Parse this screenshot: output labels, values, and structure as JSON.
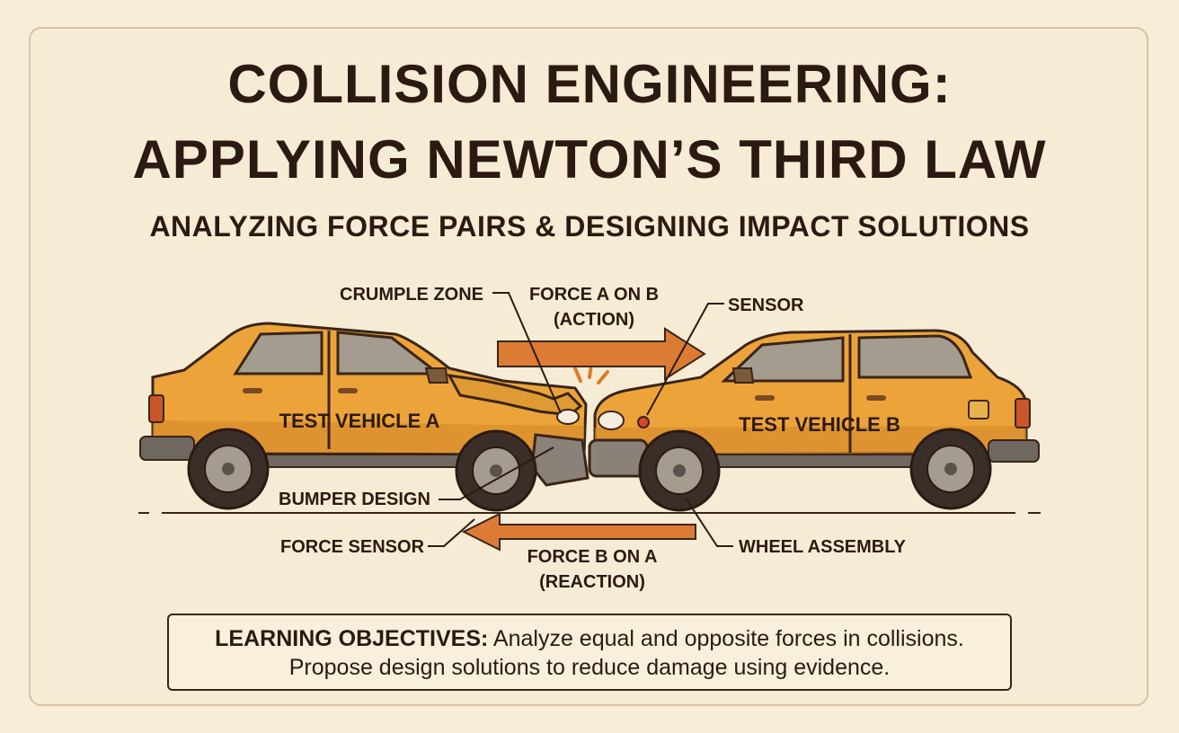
{
  "title": {
    "line1": "COLLISION ENGINEERING:",
    "line2": "APPLYING NEWTON’S THIRD LAW",
    "subtitle": "ANALYZING FORCE PAIRS & DESIGNING IMPACT SOLUTIONS"
  },
  "vehicles": {
    "a": "TEST VEHICLE A",
    "b": "TEST VEHICLE B"
  },
  "labels": {
    "crumple_zone": "CRUMPLE ZONE",
    "force_a_on_b_1": "FORCE A ON B",
    "force_a_on_b_2": "(ACTION)",
    "sensor": "SENSOR",
    "bumper_design": "BUMPER DESIGN",
    "force_sensor": "FORCE SENSOR",
    "force_b_on_a_1": "FORCE B ON A",
    "force_b_on_a_2": "(REACTION)",
    "wheel_assembly": "WHEEL ASSEMBLY"
  },
  "objectives": {
    "heading": "LEARNING OBJECTIVES:",
    "line1": "Analyze equal and opposite forces in collisions.",
    "line2": "Propose design solutions to reduce damage using evidence."
  },
  "colors": {
    "background": "#f7edd8",
    "car_body": "#eca43a",
    "arrow": "#dc7c34",
    "ink": "#2c1a12"
  }
}
